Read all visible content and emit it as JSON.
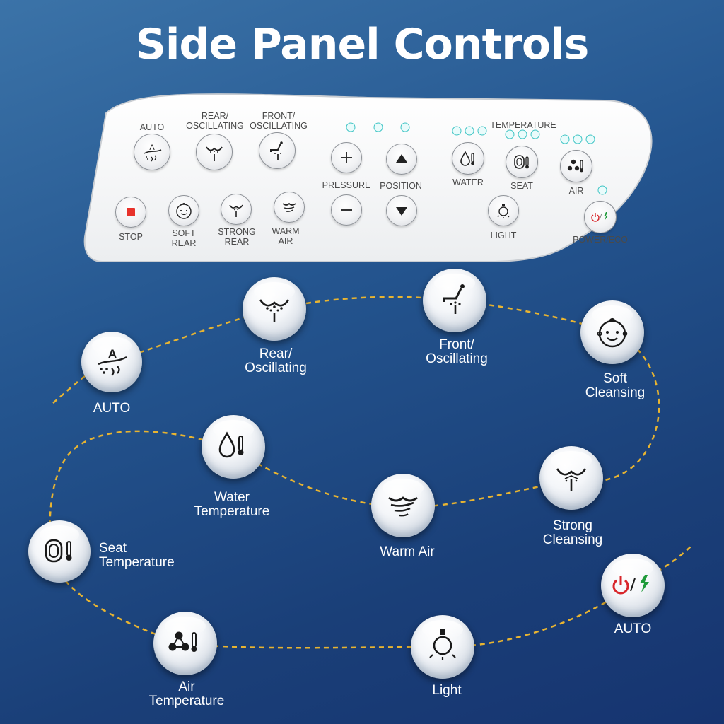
{
  "title": "Side Panel Controls",
  "panel": {
    "auto": "AUTO",
    "rear_osc": [
      "REAR/",
      "OSCILLATING"
    ],
    "front_osc": [
      "FRONT/",
      "OSCILLATING"
    ],
    "pressure": "PRESSURE",
    "position": "POSITION",
    "temperature": "TEMPERATURE",
    "water": "WATER",
    "seat": "SEAT",
    "air": "AIR",
    "stop": "STOP",
    "soft_rear": [
      "SOFT",
      "REAR"
    ],
    "strong_rear": [
      "STRONG",
      "REAR"
    ],
    "warm_air": [
      "WARM",
      "AIR"
    ],
    "light": "LIGHT",
    "power_eco": "POWER/ECO",
    "indicator_color": "#3ec4c4",
    "stop_color": "#e8322b"
  },
  "features": {
    "auto": "AUTO",
    "rear_osc": [
      "Rear/",
      "Oscillating"
    ],
    "front_osc": [
      "Front/",
      "Oscillating"
    ],
    "soft": [
      "Soft",
      "Cleansing"
    ],
    "water_temp": [
      "Water",
      "Temperature"
    ],
    "warm_air": "Warm Air",
    "strong": [
      "Strong",
      "Cleansing"
    ],
    "seat_temp": [
      "Seat",
      "Temperature"
    ],
    "power_auto": "AUTO",
    "air_temp": [
      "Air",
      "Temperature"
    ],
    "light": "Light"
  },
  "colors": {
    "background_top": "#3b73a8",
    "background_bottom": "#163470",
    "path": "#e8b431",
    "power_red": "#d8262b",
    "power_green": "#1f9a3a"
  },
  "icons": [
    "auto-icon",
    "rear-oscillating-icon",
    "front-oscillating-icon",
    "soft-cleansing-icon",
    "water-temperature-icon",
    "warm-air-icon",
    "strong-cleansing-icon",
    "seat-temperature-icon",
    "power-eco-icon",
    "air-temperature-icon",
    "light-icon",
    "stop-icon",
    "plus-icon",
    "minus-icon",
    "up-arrow-icon",
    "down-arrow-icon"
  ]
}
